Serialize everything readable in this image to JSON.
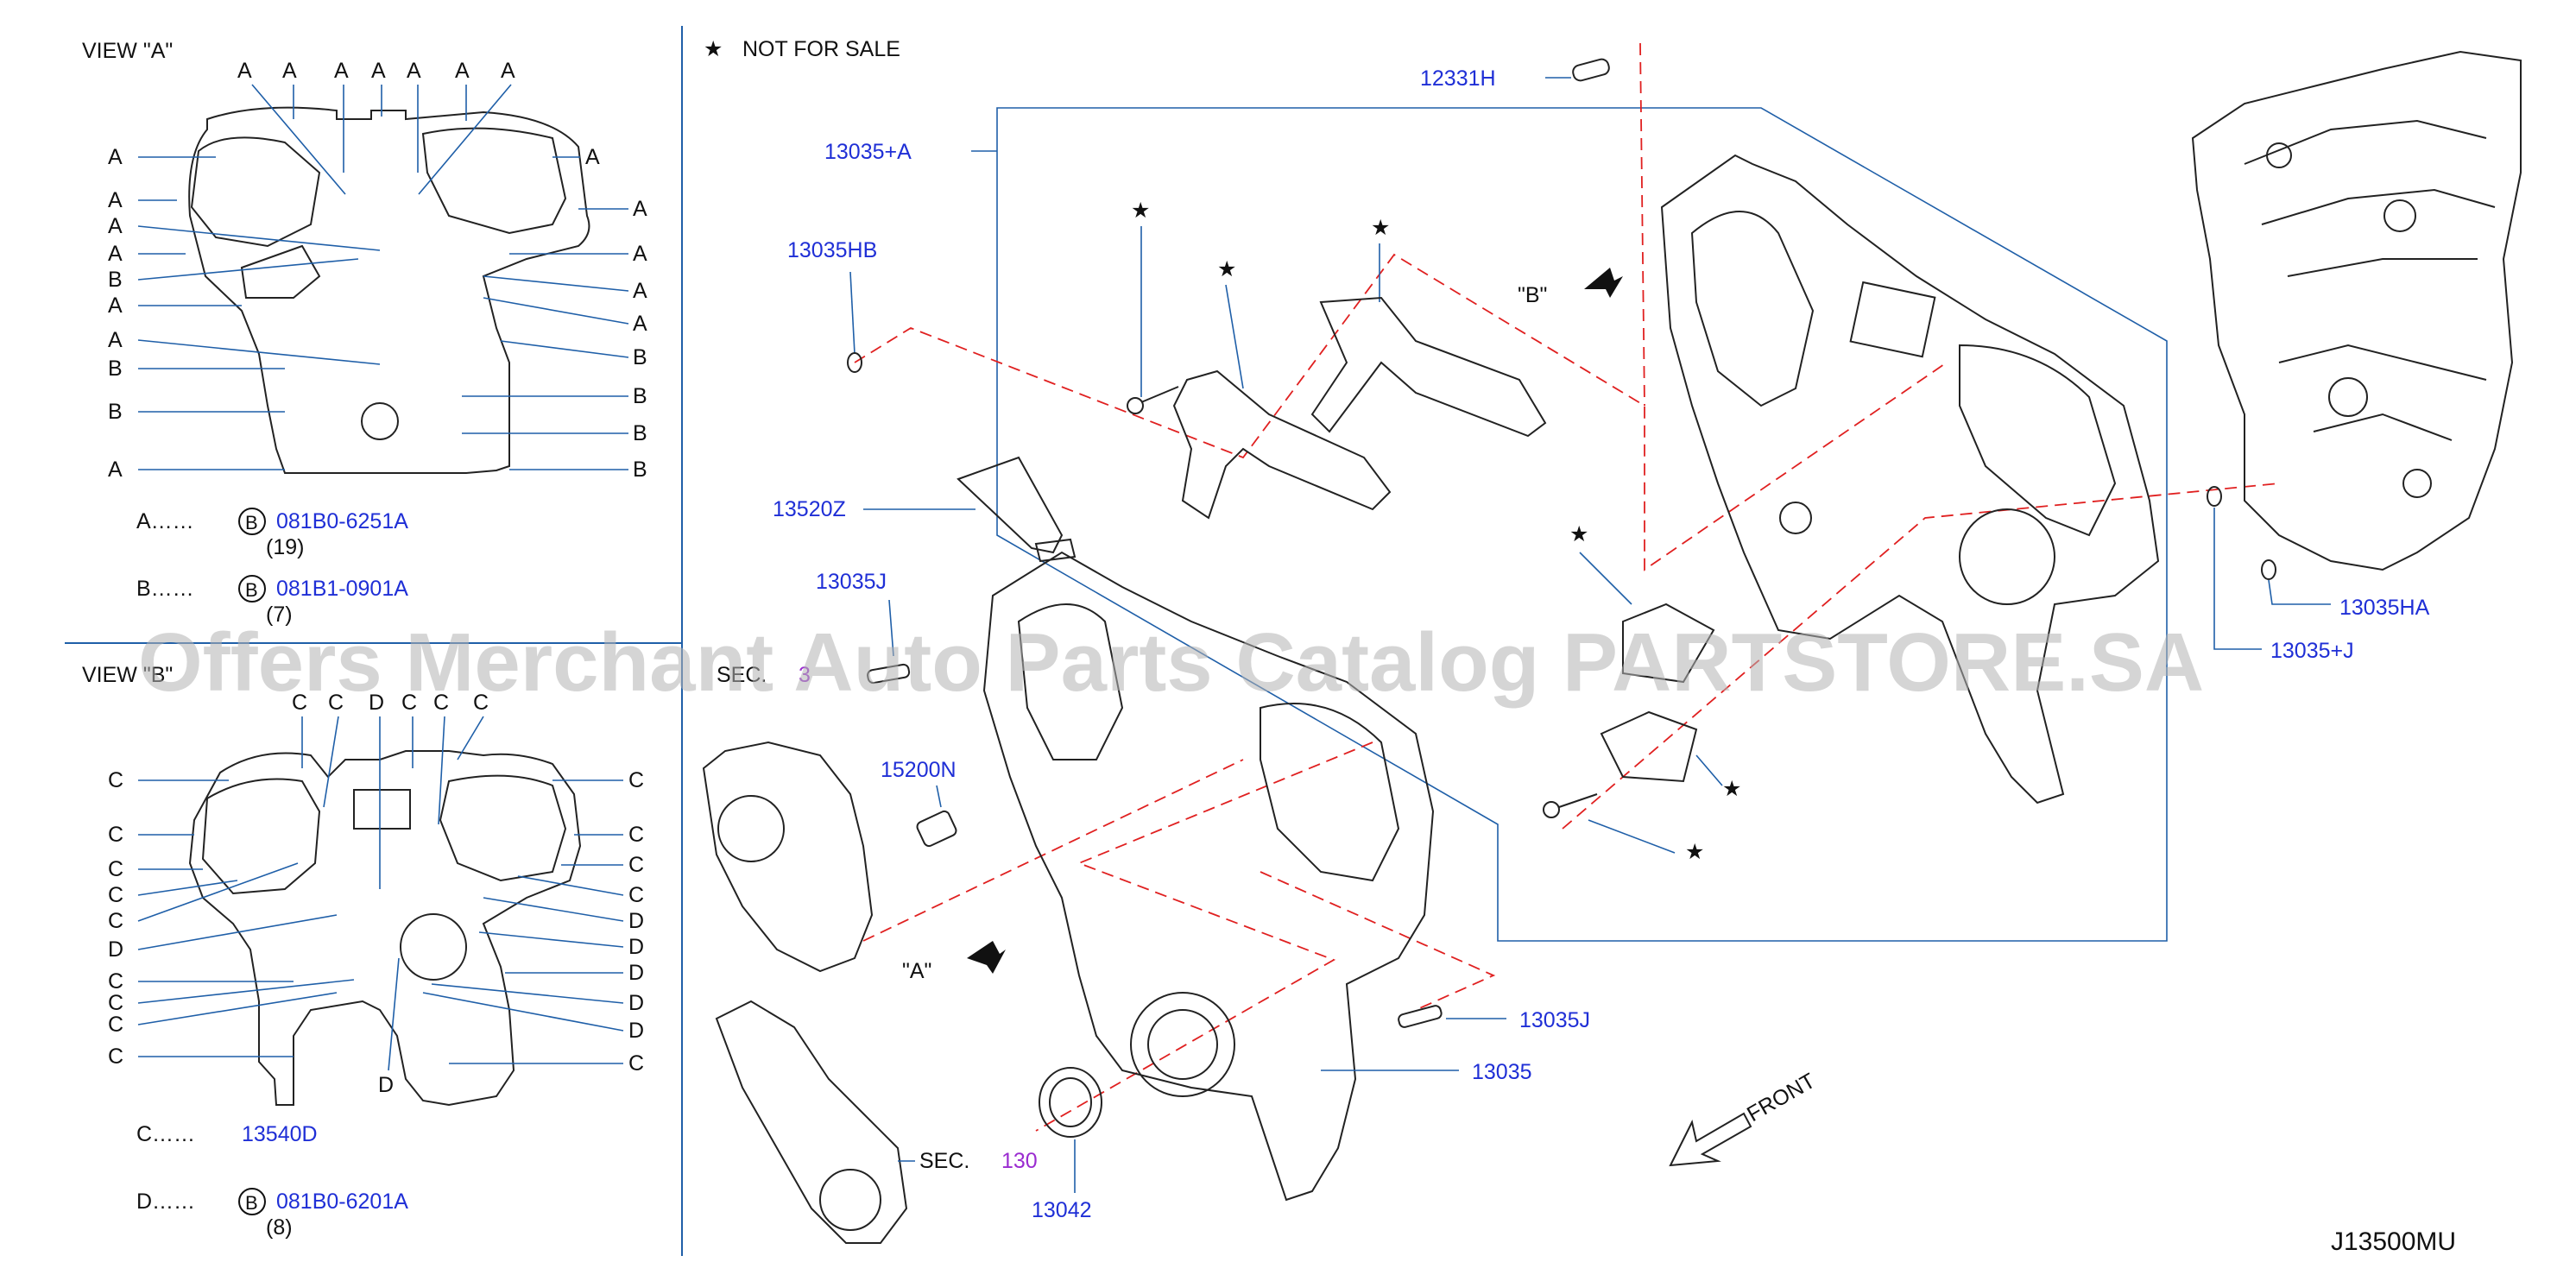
{
  "header": {
    "view_a_title": "VIEW  \"A\"",
    "view_b_title": "VIEW  \"B\"",
    "not_for_sale": "NOT  FOR  SALE",
    "star": "★",
    "code": "J13500MU"
  },
  "legend": {
    "a_key": "A……",
    "a_part": "081B0-6251A",
    "a_qty": "(19)",
    "b_key": "B……",
    "b_part": "081B1-0901A",
    "b_qty": "(7)",
    "c_key": "C……",
    "c_part": "13540D",
    "d_key": "D……",
    "d_part": "081B0-6201A",
    "d_qty": "(8)",
    "circle_letter": "B"
  },
  "letters": {
    "A": "A",
    "B": "B",
    "C": "C",
    "D": "D"
  },
  "parts": {
    "p12331h": "12331H",
    "p13035a": "13035+A",
    "p13035hb": "13035HB",
    "p13520z": "13520Z",
    "p13035j_top": "13035J",
    "p15200n": "15200N",
    "p13035j_bot": "13035J",
    "p13035": "13035",
    "p13042": "13042",
    "sec": "SEC.",
    "sec_num": "130",
    "p13035ha": "13035HA",
    "p13035_right": "13035+J",
    "sec_top_prefix": "SEC.",
    "sec_top_num": "3"
  },
  "callouts": {
    "view_a": "\"A\"",
    "view_b": "\"B\"",
    "front": "FRONT"
  },
  "watermark": "Offers Merchant Auto Parts Catalog PARTSTORE.SA",
  "colors": {
    "part_number": "#1f2fd6",
    "section_number": "#9a2bd0",
    "leader": "#1f5fa8",
    "dashed": "#e02020"
  }
}
